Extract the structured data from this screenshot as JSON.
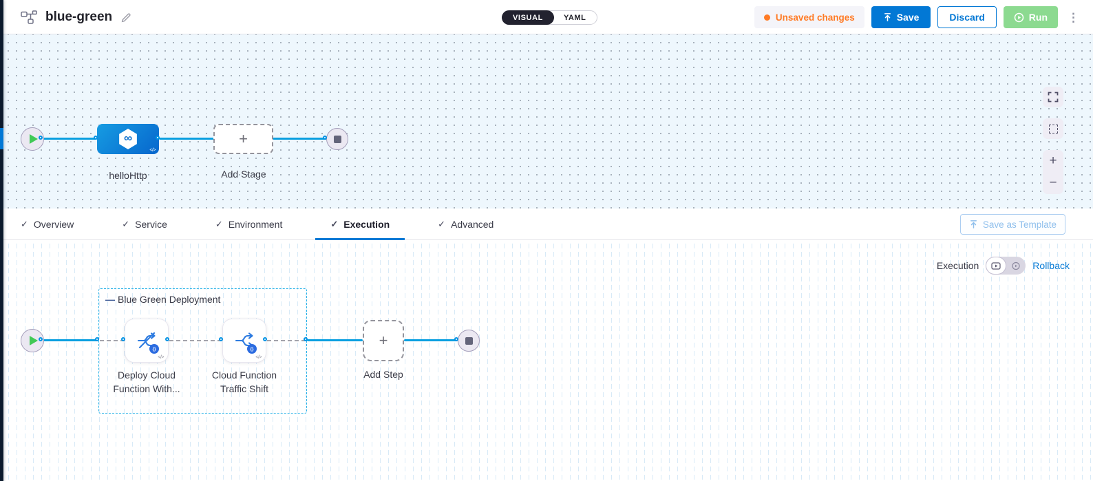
{
  "header": {
    "title": "blue-green",
    "view_modes": {
      "visual": "VISUAL",
      "yaml": "YAML"
    },
    "unsaved_changes": "Unsaved changes",
    "save": "Save",
    "discard": "Discard",
    "run": "Run"
  },
  "stage_pipeline": {
    "stage_name": "helloHttp",
    "add_stage": "Add Stage"
  },
  "tabs": [
    {
      "label": "Overview"
    },
    {
      "label": "Service"
    },
    {
      "label": "Environment"
    },
    {
      "label": "Execution"
    },
    {
      "label": "Advanced"
    }
  ],
  "active_tab": "Execution",
  "save_as_template": "Save as Template",
  "execution": {
    "mode_label": "Execution",
    "rollback": "Rollback",
    "group_label": "Blue Green Deployment",
    "steps": [
      {
        "label": "Deploy Cloud Function With..."
      },
      {
        "label": "Cloud Function Traffic Shift"
      }
    ],
    "add_step": "Add Step"
  },
  "icons": {
    "check": "✓",
    "kebab": "⋮",
    "plus": "+",
    "minus": "−",
    "infinity": "∞",
    "code": "</>",
    "group_dash": "—",
    "function_badge": "{}"
  },
  "colors": {
    "accent_blue": "#0278d5",
    "connector_blue": "#0092e4",
    "unsaved_orange": "#ff7b26",
    "run_green": "#8cda90",
    "group_border_cyan": "#2ab3e8",
    "canvas_dots_bg": "#eef7fd",
    "nav_strip": "#0c1a2c"
  }
}
